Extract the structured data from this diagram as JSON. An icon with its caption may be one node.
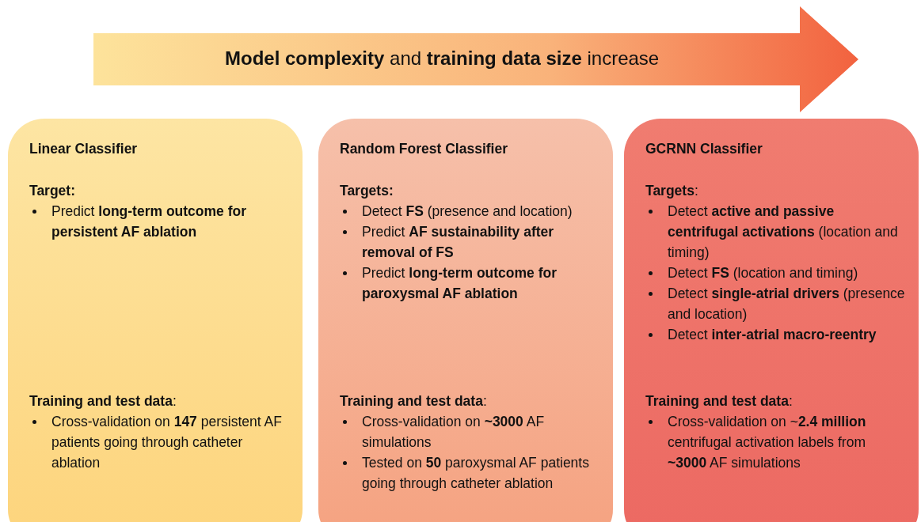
{
  "diagram": {
    "nodes": [
      {
        "text": [
          "**Model complexity** and **training data size** increase"
        ]
      },
      {
        "text": [
          "Linear Classifier",
          "Target:",
          "Predict **long-term outcome for persistent AF ablation**",
          "**Training and test data**:",
          "Cross-validation on **147** persistent AF patients going through catheter ablation"
        ]
      },
      {
        "text": [
          "Random Forest Classifier",
          "Targets:",
          "Detect **FS** (presence and location)",
          "Predict **AF sustainability after removal of FS**",
          "Predict **long-term outcome for paroxysmal AF ablation**",
          "**Training and test data**:",
          "Cross-validation on **~3000** AF simulations",
          "Tested on **50** paroxysmal AF patients going through catheter ablation"
        ]
      },
      {
        "text": [
          "GCRNN Classifier",
          "**Targets**:",
          "Detect **active and passive centrifugal activations** (location and timing)",
          "Detect **FS** (location and timing)",
          "Detect **single-atrial drivers** (presence and location)",
          "Detect **inter-atrial macro-reentry**",
          "**Training and test data**:",
          "Cross-validation on ~**2.4 million** centrifugal activation labels from **~3000** AF simulations"
        ]
      }
    ],
    "edges": []
  }
}
